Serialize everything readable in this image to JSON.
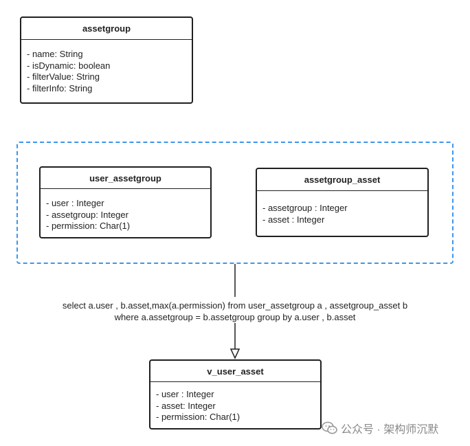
{
  "classes": {
    "assetgroup": {
      "name": "assetgroup",
      "attributes": [
        "- name: String",
        "- isDynamic: boolean",
        "- filterValue: String",
        "- filterInfo: String"
      ]
    },
    "user_assetgroup": {
      "name": "user_assetgroup",
      "attributes": [
        "- user : Integer",
        "- assetgroup: Integer",
        "- permission: Char(1)"
      ]
    },
    "assetgroup_asset": {
      "name": "assetgroup_asset",
      "attributes": [
        "- assetgroup : Integer",
        "- asset : Integer"
      ]
    },
    "v_user_asset": {
      "name": "v_user_asset",
      "attributes": [
        "- user : Integer",
        "- asset: Integer",
        "- permission: Char(1)"
      ]
    }
  },
  "connector": {
    "label_line1": "select a.user , b.asset,max(a.permission) from user_assetgroup a , assetgroup_asset b",
    "label_line2": "where a.assetgroup = b.assetgroup group by a.user , b.asset"
  },
  "watermark": {
    "text": "公众号 · 架构师沉默",
    "icon": "wechat-icon"
  },
  "colors": {
    "group_border": "#3d95ea",
    "box_border": "#1f1f1f"
  }
}
